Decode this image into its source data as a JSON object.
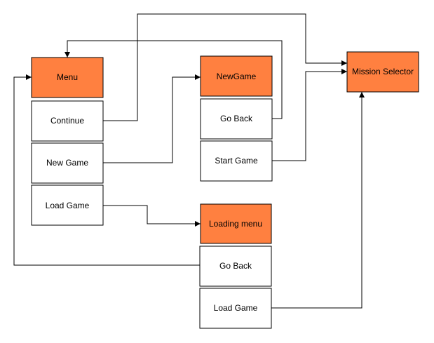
{
  "colors": {
    "header_fill": "#ff8040",
    "item_fill": "#ffffff",
    "stroke": "#000000",
    "connector": "#000000"
  },
  "menu": {
    "title": "Menu",
    "continue": "Continue",
    "new_game": "New Game",
    "load_game": "Load Game"
  },
  "newgame": {
    "title": "NewGame",
    "go_back": "Go Back",
    "start_game": "Start Game"
  },
  "loading": {
    "title": "Loading menu",
    "go_back": "Go Back",
    "load_game": "Load Game"
  },
  "mission": {
    "title": "Mission Selector"
  }
}
